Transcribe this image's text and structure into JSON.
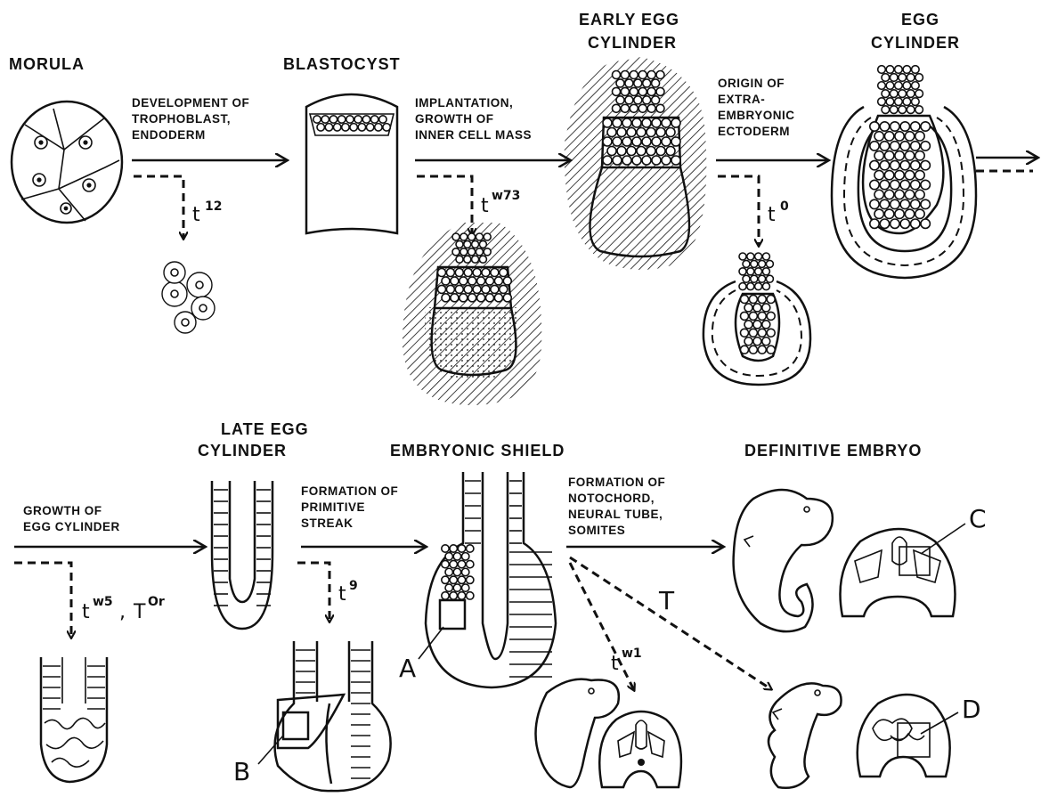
{
  "stages": {
    "morula": "MORULA",
    "blastocyst": "BLASTOCYST",
    "early_egg_cylinder": [
      "EARLY EGG",
      "CYLINDER"
    ],
    "egg_cylinder": [
      "EGG",
      "CYLINDER"
    ],
    "late_egg_cylinder": [
      "LATE EGG",
      "CYLINDER"
    ],
    "embryonic_shield": "EMBRYONIC SHIELD",
    "definitive_embryo": "DEFINITIVE EMBRYO"
  },
  "processes": {
    "p1": [
      "DEVELOPMENT OF",
      "TROPHOBLAST,",
      "ENDODERM"
    ],
    "p2": [
      "IMPLANTATION,",
      "GROWTH OF",
      "INNER CELL MASS"
    ],
    "p3": [
      "ORIGIN OF",
      "EXTRA-",
      "EMBRYONIC",
      "ECTODERM"
    ],
    "p4": [
      "GROWTH OF",
      "EGG CYLINDER"
    ],
    "p5": [
      "FORMATION OF",
      "PRIMITIVE",
      "STREAK"
    ],
    "p6": [
      "FORMATION OF",
      "NOTOCHORD,",
      "NEURAL TUBE,",
      "SOMITES"
    ]
  },
  "mutants": {
    "t12": {
      "base": "t",
      "sup": "12"
    },
    "tw73": {
      "base": "t",
      "sup": "w73"
    },
    "t0": {
      "base": "t",
      "sup": "0"
    },
    "tw5": {
      "base": "t",
      "sup": "w5"
    },
    "tor": {
      "base": "T",
      "sup": "Or"
    },
    "t9": {
      "base": "t",
      "sup": "9"
    },
    "tw1": {
      "base": "t",
      "sup": "w1"
    },
    "T": "T"
  },
  "region_labels": {
    "a": "A",
    "b": "B",
    "c": "C",
    "d": "D"
  }
}
